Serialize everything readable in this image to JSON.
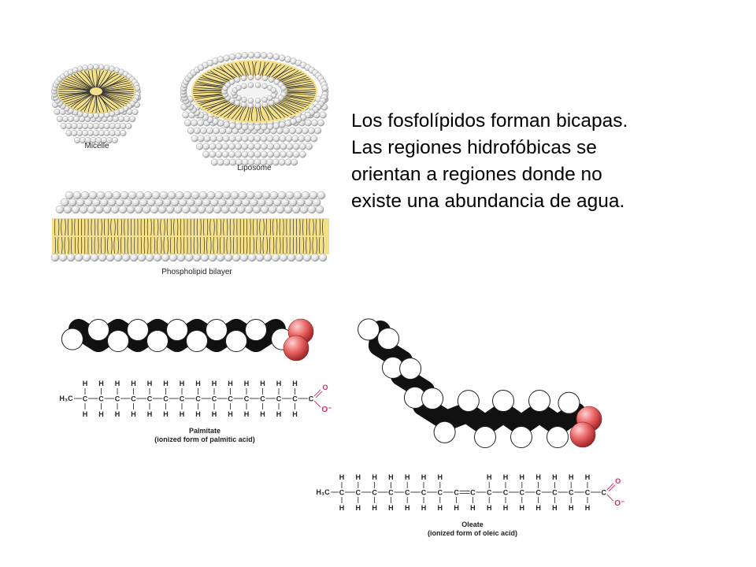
{
  "paragraph": {
    "lines": [
      "Los fosfolípidos forman bicapas.",
      "Las regiones hidrofóbicas  se",
      "orientan a regiones donde no",
      "existe una abundancia de agua."
    ]
  },
  "figure_labels": {
    "micelle": "Micelle",
    "liposome": "Liposome",
    "bilayer": "Phospholipid bilayer",
    "palmitate_name": "Palmitate",
    "palmitate_sub": "(ionized form of palmitic acid)",
    "oleate_name": "Oleate",
    "oleate_sub": "(ionized form of oleic acid)"
  },
  "formula_text": {
    "h3c": "H₃C",
    "carbon": "C",
    "hydrogen": "H",
    "oxygen": "O",
    "oxide": "O⁻"
  },
  "colors": {
    "lipid_tail": "#f5e08a",
    "head": "#e8e8e8",
    "oxygen": "#e86060",
    "carboxyl_text": "#d03060"
  }
}
